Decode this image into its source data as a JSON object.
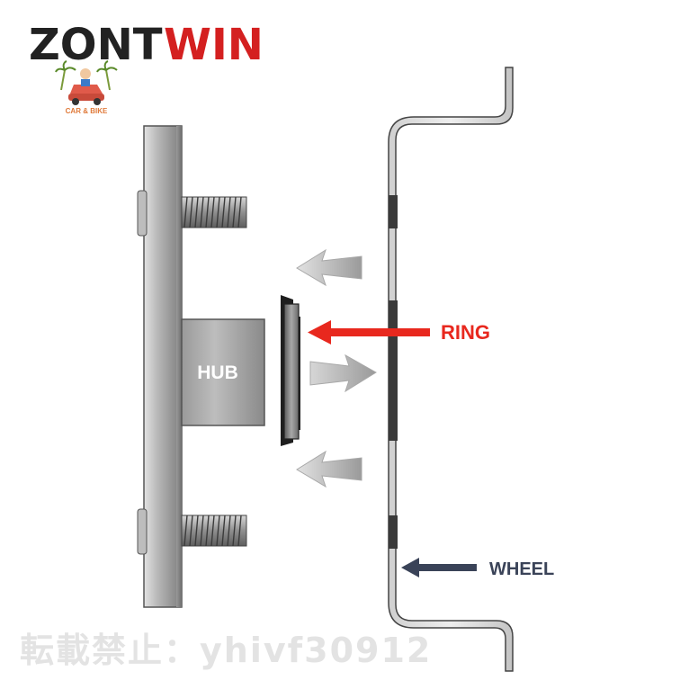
{
  "brand": {
    "name_part1": "ZONT",
    "name_part2": "WIN",
    "badge_text": "CAR & BIKE"
  },
  "labels": {
    "hub": "HUB",
    "ring": "RING",
    "wheel": "WHEEL"
  },
  "watermark": "転載禁止：yhivf30912",
  "colors": {
    "ring_arrow": "#e8281e",
    "wheel_arrow": "#3a4358",
    "brand_red": "#d42020",
    "brand_dark": "#222222"
  }
}
